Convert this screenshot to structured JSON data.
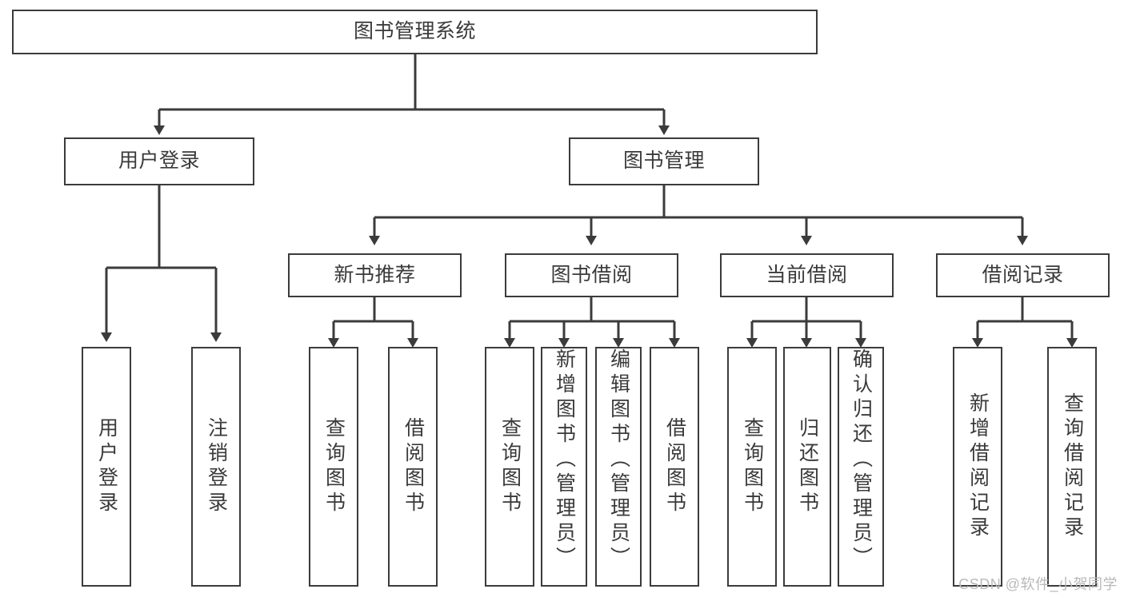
{
  "diagram": {
    "type": "tree",
    "title_node": {
      "label": "图书管理系统"
    },
    "level2": [
      {
        "id": "user-login",
        "label": "用户登录"
      },
      {
        "id": "book-manage",
        "label": "图书管理"
      }
    ],
    "level3": [
      {
        "id": "new-book-recommend",
        "label": "新书推荐"
      },
      {
        "id": "book-borrow",
        "label": "图书借阅"
      },
      {
        "id": "current-borrow",
        "label": "当前借阅"
      },
      {
        "id": "borrow-record",
        "label": "借阅记录"
      }
    ],
    "leaves": [
      {
        "id": "leaf-user-login",
        "label": "用户登录",
        "parent": "user-login"
      },
      {
        "id": "leaf-logout",
        "label": "注销登录",
        "parent": "user-login"
      },
      {
        "id": "leaf-query-book-1",
        "label": "查询图书",
        "parent": "new-book-recommend"
      },
      {
        "id": "leaf-borrow-book-1",
        "label": "借阅图书",
        "parent": "new-book-recommend"
      },
      {
        "id": "leaf-query-book-2",
        "label": "查询图书",
        "parent": "book-borrow"
      },
      {
        "id": "leaf-add-book",
        "label": "新增图书（管理员）",
        "parent": "book-borrow"
      },
      {
        "id": "leaf-edit-book",
        "label": "编辑图书（管理员）",
        "parent": "book-borrow"
      },
      {
        "id": "leaf-borrow-book-2",
        "label": "借阅图书",
        "parent": "book-borrow"
      },
      {
        "id": "leaf-query-book-3",
        "label": "查询图书",
        "parent": "current-borrow"
      },
      {
        "id": "leaf-return-book",
        "label": "归还图书",
        "parent": "current-borrow"
      },
      {
        "id": "leaf-confirm-return",
        "label": "确认归还（管理员）",
        "parent": "current-borrow"
      },
      {
        "id": "leaf-add-record",
        "label": "新增借阅记录",
        "parent": "borrow-record"
      },
      {
        "id": "leaf-query-record",
        "label": "查询借阅记录",
        "parent": "borrow-record"
      }
    ],
    "colors": {
      "stroke": "#3b3b3b",
      "fill": "#ffffff",
      "text": "#3a3a3a",
      "watermark": "#b9b9b9"
    }
  },
  "watermark": {
    "text": "CSDN @软件_小贺同学"
  }
}
